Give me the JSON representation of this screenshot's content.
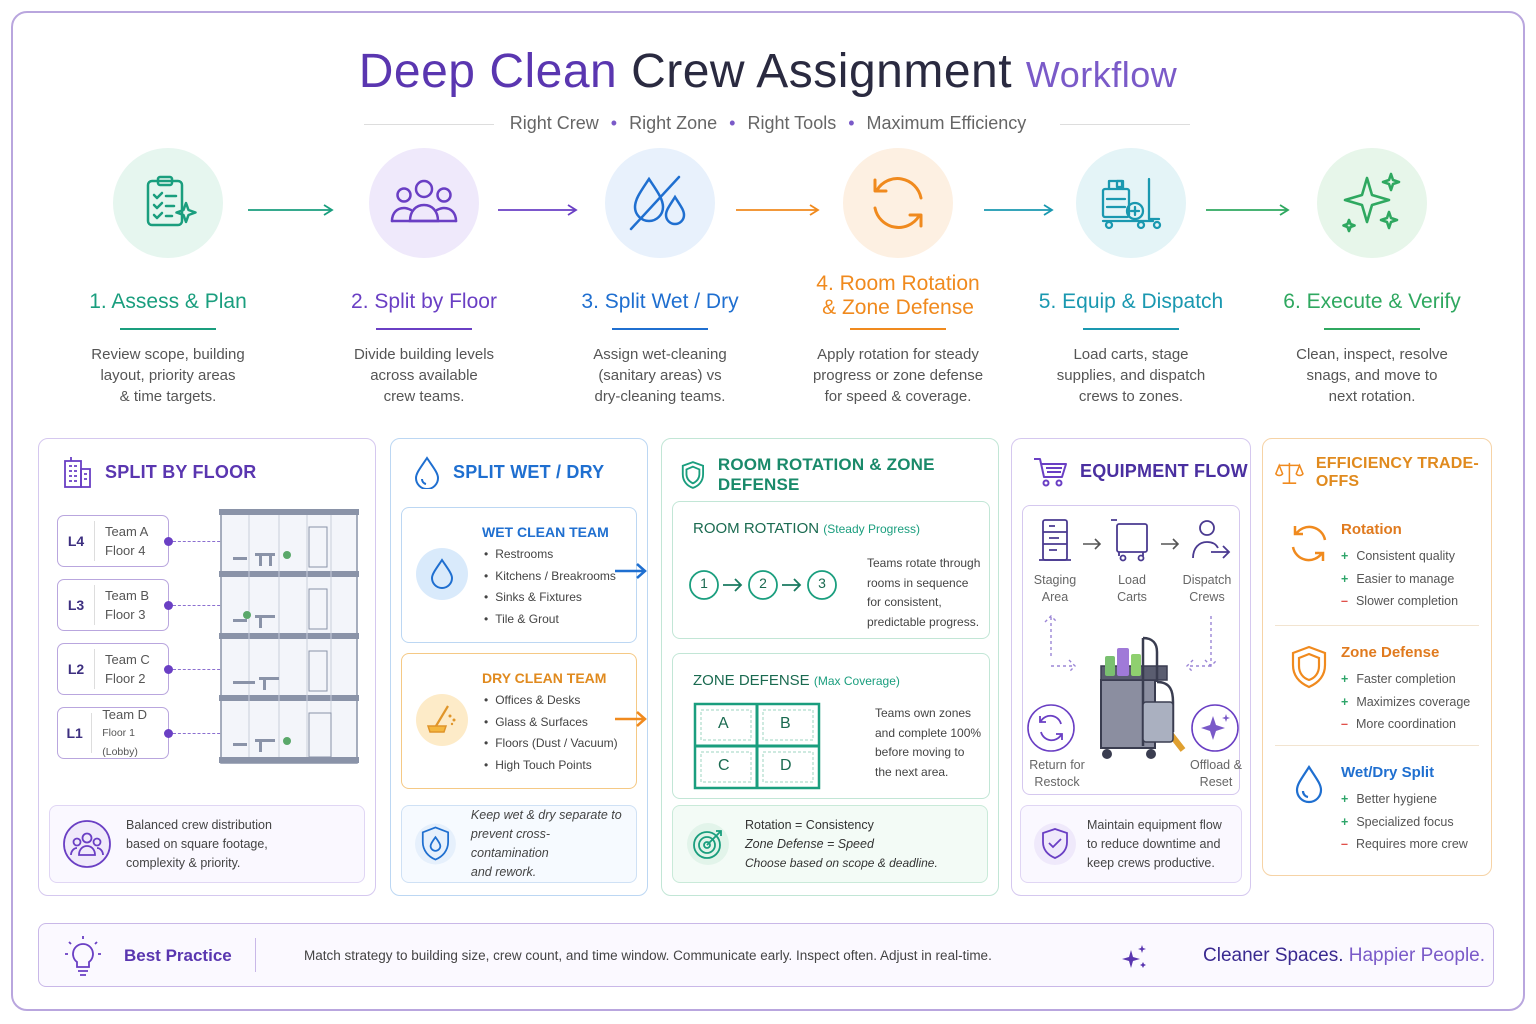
{
  "header": {
    "title_part1": "Deep Clean",
    "title_part2": "Crew Assignment",
    "title_part3": "Workflow",
    "tagline": [
      "Right Crew",
      "Right Zone",
      "Right Tools",
      "Maximum Efficiency"
    ]
  },
  "colors": {
    "green": "#1a9e7e",
    "purple": "#6a3fc4",
    "blue": "#1f6fd0",
    "orange": "#f08a1e",
    "teal": "#1a98b0",
    "lightgreen": "#2fa860"
  },
  "steps": [
    {
      "title": "1. Assess & Plan",
      "desc": "Review scope, building\nlayout, priority areas\n& time targets.",
      "icon": "clipboard-icon"
    },
    {
      "title": "2. Split by Floor",
      "desc": "Divide building levels\nacross available\ncrew teams.",
      "icon": "team-icon"
    },
    {
      "title": "3. Split Wet / Dry",
      "desc": "Assign wet-cleaning\n(sanitary areas) vs\ndry-cleaning teams.",
      "icon": "water-drop-icon"
    },
    {
      "title": "4. Room Rotation\n& Zone Defense",
      "desc": "Apply rotation for steady\nprogress or zone defense\nfor speed & coverage.",
      "icon": "rotation-icon"
    },
    {
      "title": "5. Equip & Dispatch",
      "desc": "Load carts, stage\nsupplies, and dispatch\ncrews to zones.",
      "icon": "cleaning-cart-icon"
    },
    {
      "title": "6. Execute & Verify",
      "desc": "Clean, inspect, resolve\nsnags, and move to\nnext rotation.",
      "icon": "sparkle-icon"
    }
  ],
  "split_floor": {
    "heading": "SPLIT BY FLOOR",
    "floors": [
      {
        "level": "L4",
        "team": "Team A",
        "floor": "Floor 4"
      },
      {
        "level": "L3",
        "team": "Team B",
        "floor": "Floor 3"
      },
      {
        "level": "L2",
        "team": "Team C",
        "floor": "Floor 2"
      },
      {
        "level": "L1",
        "team": "Team D",
        "floor": "Floor 1 (Lobby)"
      }
    ],
    "footer": [
      "Balanced crew distribution",
      "based on square footage,",
      "complexity & priority."
    ]
  },
  "split_wetdry": {
    "heading": "SPLIT WET / DRY",
    "wet_title": "WET CLEAN TEAM",
    "wet_items": [
      "Restrooms",
      "Kitchens / Breakrooms",
      "Sinks & Fixtures",
      "Tile & Grout"
    ],
    "dry_title": "DRY CLEAN TEAM",
    "dry_items": [
      "Offices & Desks",
      "Glass & Surfaces",
      "Floors (Dust / Vacuum)",
      "High Touch Points"
    ],
    "footer": [
      "Keep wet & dry separate to",
      "prevent cross-contamination",
      "and rework."
    ]
  },
  "rotation": {
    "heading": "ROOM ROTATION & ZONE DEFENSE",
    "rr_title": "ROOM ROTATION",
    "rr_sub": "(Steady Progress)",
    "rr_steps": [
      "1",
      "2",
      "3"
    ],
    "rr_desc": [
      "Teams rotate through",
      "rooms in sequence",
      "for consistent,",
      "predictable progress."
    ],
    "zd_title": "ZONE DEFENSE",
    "zd_sub": "(Max Coverage)",
    "zones": [
      "A",
      "B",
      "C",
      "D"
    ],
    "zd_desc": [
      "Teams own zones",
      "and complete 100%",
      "before moving to",
      "the next area."
    ],
    "footer1": "Rotation = Consistency",
    "footer2": "Zone Defense = Speed",
    "footer3": "Choose based on scope & deadline."
  },
  "equipment": {
    "heading": "EQUIPMENT FLOW",
    "staging": [
      "Staging",
      "Area"
    ],
    "load": [
      "Load",
      "Carts"
    ],
    "dispatch": [
      "Dispatch",
      "Crews"
    ],
    "return": [
      "Return for",
      "Restock"
    ],
    "offload": [
      "Offload &",
      "Reset"
    ],
    "footer": [
      "Maintain equipment flow",
      "to reduce downtime and",
      "keep crews productive."
    ]
  },
  "tradeoffs": {
    "heading": "EFFICIENCY TRADE-OFFS",
    "items": [
      {
        "title": "Rotation",
        "pros": [
          "Consistent quality",
          "Easier to manage"
        ],
        "cons": [
          "Slower completion"
        ]
      },
      {
        "title": "Zone Defense",
        "pros": [
          "Faster completion",
          "Maximizes coverage"
        ],
        "cons": [
          "More coordination"
        ]
      },
      {
        "title": "Wet/Dry Split",
        "pros": [
          "Better hygiene",
          "Specialized focus"
        ],
        "cons": [
          "Requires more crew"
        ]
      }
    ]
  },
  "bottom": {
    "label": "Best Practice",
    "text": "Match strategy to building size, crew count, and time window. Communicate early. Inspect often. Adjust in real-time.",
    "slogan1": "Cleaner Spaces.",
    "slogan2": "Happier People."
  }
}
